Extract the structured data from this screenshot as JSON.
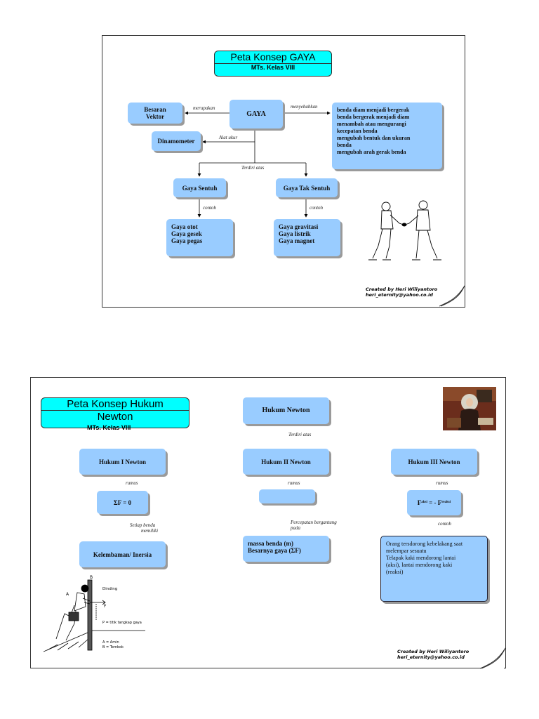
{
  "page1": {
    "title": "Peta Konsep GAYA",
    "subtitle": "MTs. Kelas VIII",
    "nodes": {
      "gaya": "GAYA",
      "besaran": "Besaran\nVektor",
      "dinamometer": "Dinamometer",
      "effects": [
        "benda diam menjadi bergerak",
        "benda bergerak menjadi diam",
        "menambah atau mengurangi",
        "   kecepatan benda",
        "mengubah bentuk dan ukuran",
        "   benda",
        "mengubah arah gerak benda"
      ],
      "sentuh": "Gaya Sentuh",
      "tak_sentuh": "Gaya Tak Sentuh",
      "sentuh_examples": [
        "Gaya otot",
        "Gaya gesek",
        "Gaya pegas"
      ],
      "tak_sentuh_examples": [
        "Gaya gravitasi",
        "Gaya listrik",
        "Gaya magnet"
      ]
    },
    "labels": {
      "merupakan": "merupakan",
      "menyebabkan": "menyebabkan",
      "alat_ukur": "Alat ukur",
      "terdiri_atas": "Terdiri atas",
      "contoh_left": "contoh",
      "contoh_right": "contoh"
    },
    "credit": [
      "Created by Heri Wiliyantoro",
      "heri_eternity@yahoo.co.id"
    ]
  },
  "page2": {
    "title_line1": "Peta Konsep Hukum",
    "title_line2": "Newton",
    "subtitle": "MTs. Kelas VIII",
    "nodes": {
      "hukum_newton": "Hukum Newton",
      "h1": "Hukum I Newton",
      "h2": "Hukum II Newton",
      "h3": "Hukum III Newton",
      "sigma_f": "ΣF = 0",
      "h2_formula": "",
      "f_aksi": "F",
      "f_aksi_sub": "aksi",
      "f_reaksi_mid": " = - F",
      "f_reaksi_sub": "reaksi",
      "kelembaman": "Kelembaman/ Inersia",
      "massa": [
        "massa benda (m)",
        "Besarnya gaya (ΣF)"
      ],
      "h3_examples": [
        "Orang tersdorong kebelakang saat",
        "     melempar sesuatu",
        "Telapak kaki mendorong lantai",
        "     (aksi), lantai mendorong kaki",
        "     (reaksi)"
      ]
    },
    "labels": {
      "terdiri_atas": "Terdiri atas",
      "rumus1": "rumus",
      "rumus2": "rumus",
      "rumus3": "rumus",
      "setiap_benda": [
        "Setiap benda",
        "memiliki"
      ],
      "percepatan": [
        "Percepatan bergantung",
        "pada"
      ],
      "contoh": "contoh"
    },
    "figure": {
      "B": "B",
      "A": "A",
      "F": "F",
      "dinding": "Dinding",
      "p_label": "P = titik tangkap gaya",
      "a_label": "A = Amin",
      "b_label": "B = Tembok"
    },
    "credit": [
      "Created by Heri Wiliyantoro",
      "heri_eternity@yahoo.co.id"
    ]
  },
  "colors": {
    "box": "#99ccff",
    "title": "#00ffff",
    "shadow": "#9a9a9a"
  }
}
